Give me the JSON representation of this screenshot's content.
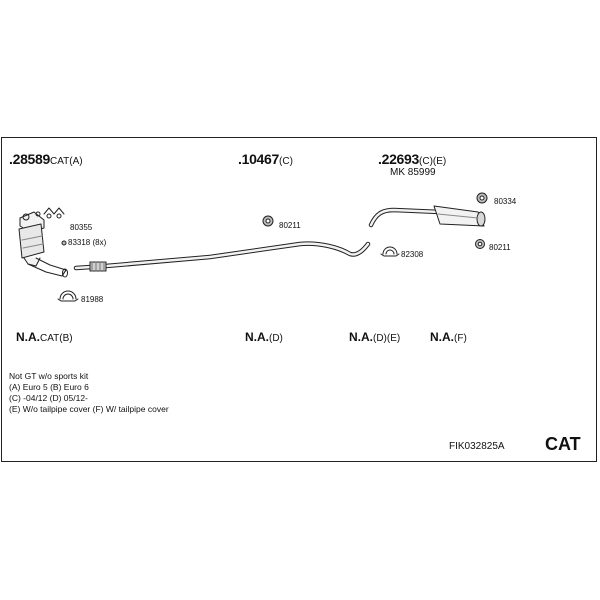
{
  "groups": [
    {
      "code": ".28589",
      "suffix": "CAT(A)"
    },
    {
      "code": ".10467",
      "suffix": "(C)"
    },
    {
      "code": ".22693",
      "suffix": "(C)(E)",
      "sub": "MK  85999"
    }
  ],
  "parts": {
    "p80355": "80355",
    "p83318": "83318 (8x)",
    "p81988": "81988",
    "p80211_mid": "80211",
    "p80334": "80334",
    "p80211_right": "80211",
    "p82308": "82308"
  },
  "na_items": [
    {
      "code": "N.A.",
      "suffix": "CAT(B)"
    },
    {
      "code": "N.A.",
      "suffix": "(D)"
    },
    {
      "code": "N.A.",
      "suffix": "(D)(E)"
    },
    {
      "code": "N.A.",
      "suffix": "(F)"
    }
  ],
  "notes": [
    "Not GT   w/o sports kit",
    "(A) Euro 5 (B) Euro 6",
    "(C) -04/12 (D) 05/12-",
    "(E) W/o tailpipe cover (F) W/ tailpipe cover"
  ],
  "footer": {
    "ref": "FIK032825A",
    "badge": "CAT"
  },
  "colors": {
    "line": "#222222",
    "pipe_fill": "#f2f2f2",
    "shade": "#bdbdbd"
  }
}
